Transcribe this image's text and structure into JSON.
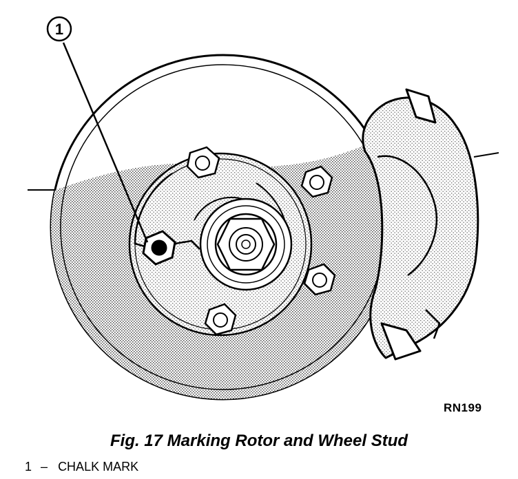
{
  "figure": {
    "callout_number": "1",
    "ref_code": "RN199",
    "caption": "Fig. 17 Marking Rotor and Wheel Stud"
  },
  "legend": [
    {
      "number": "1",
      "dash": "–",
      "label": "CHALK MARK"
    }
  ],
  "colors": {
    "ink": "#000000",
    "paper": "#ffffff",
    "stipple": "#9a9a9a"
  }
}
